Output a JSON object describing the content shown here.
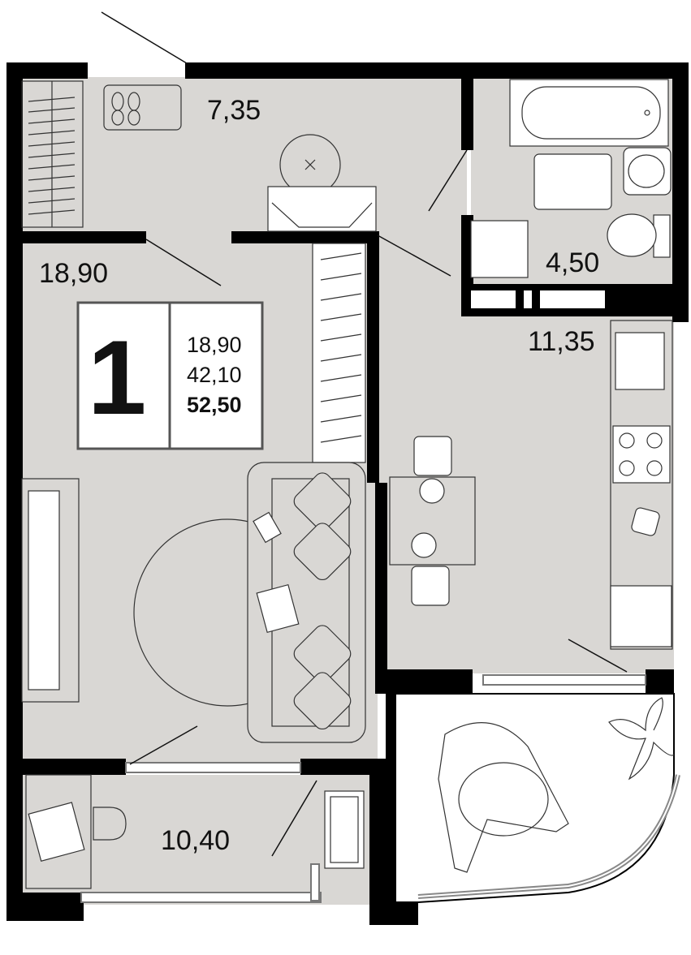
{
  "rooms": {
    "hallway_area": "7,35",
    "living_area": "18,90",
    "bathroom_area": "4,50",
    "kitchen_area": "11,35",
    "loggia_area": "10,40"
  },
  "summary": {
    "rooms_count": "1",
    "living_area": "18,90",
    "total_area_excl": "42,10",
    "total_area": "52,50"
  },
  "colors": {
    "floor": "#d9d7d4",
    "wall": "#000000",
    "balcony": "#ffffff",
    "furniture_stroke": "#333333"
  }
}
